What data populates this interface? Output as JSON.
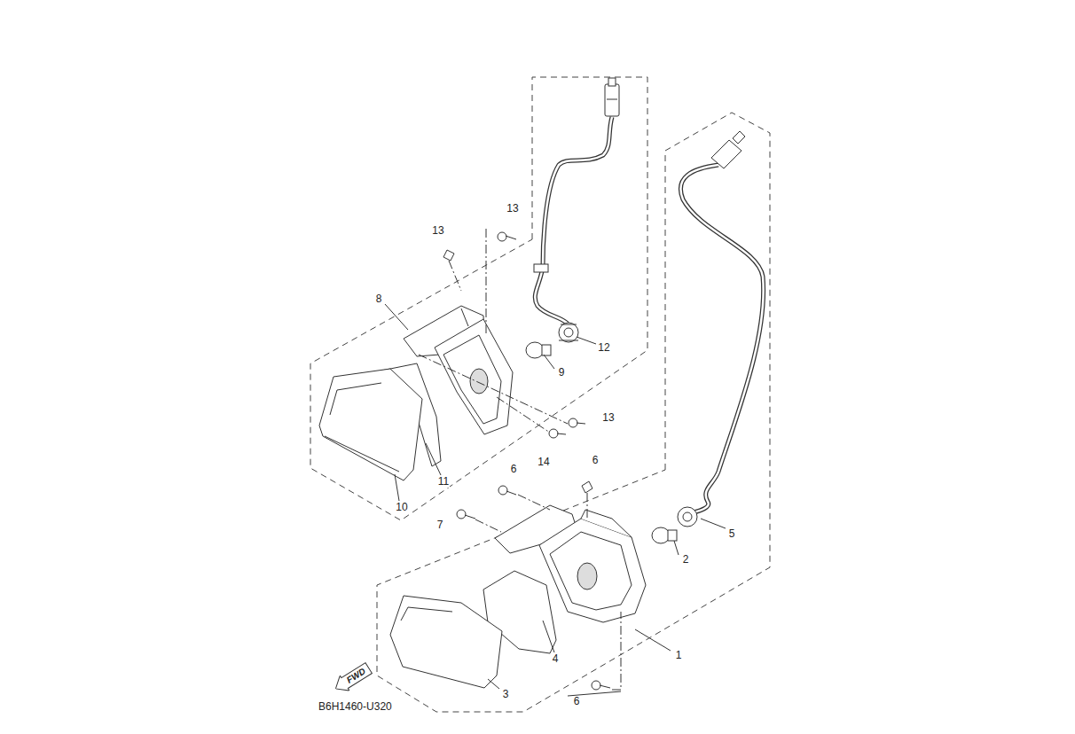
{
  "diagram": {
    "nodes": [
      {
        "text": [
          "FWD"
        ]
      }
    ],
    "labels": [
      "13",
      "13",
      "8",
      "12",
      "9",
      "13",
      "14",
      "11",
      "10",
      "6",
      "6",
      "7",
      "5",
      "2",
      "4",
      "1",
      "3",
      "6",
      "B6H1460-U320"
    ]
  }
}
